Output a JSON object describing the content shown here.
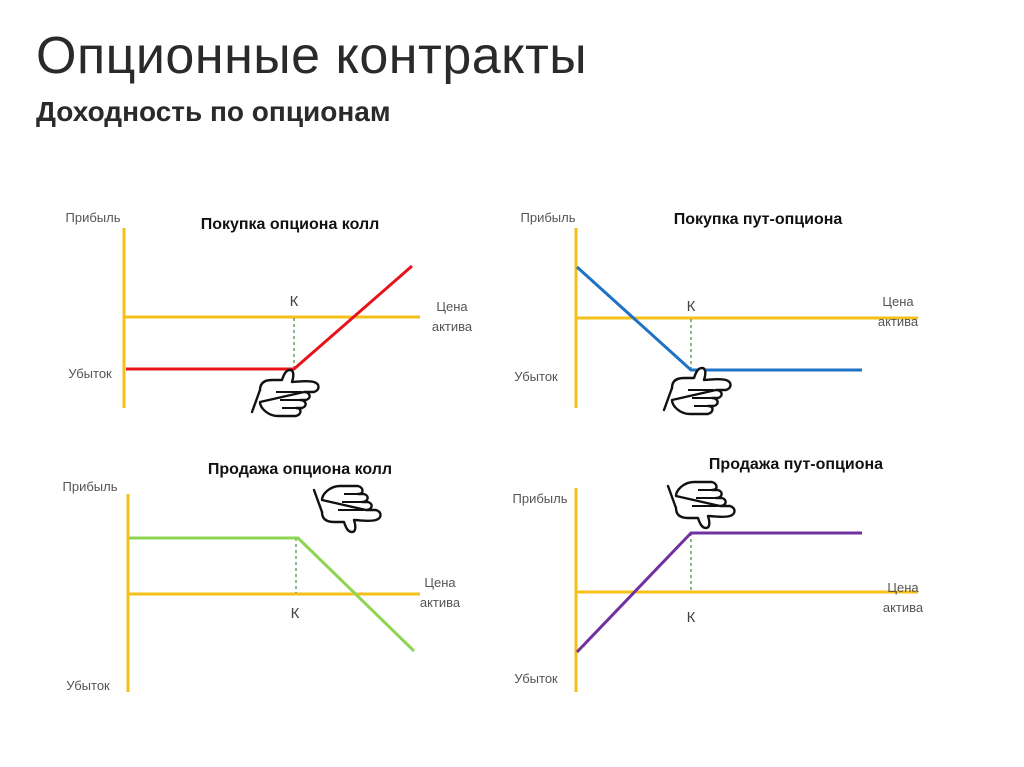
{
  "slide": {
    "title": "Опционные контракты",
    "subtitle": "Доходность по опционам"
  },
  "colors": {
    "axis": "#f5c018",
    "call_buy": "#e8121a",
    "put_buy": "#1f72c4",
    "call_sell": "#8ed452",
    "put_sell": "#7030a0",
    "strike_line": "#3a8a3a"
  },
  "diagrams": [
    {
      "id": "call-buy",
      "title": "Покупка опциона колл",
      "profit_label": "Прибыль",
      "loss_label": "Убыток",
      "price_label_1": "Цена",
      "price_label_2": "актива",
      "strike_label": "К",
      "icon": "thumbs-up-icon",
      "payoff": "long-call"
    },
    {
      "id": "put-buy",
      "title": "Покупка пут-опциона",
      "profit_label": "Прибыль",
      "loss_label": "Убыток",
      "price_label_1": "Цена",
      "price_label_2": "актива",
      "strike_label": "К",
      "icon": "thumbs-up-icon",
      "payoff": "long-put"
    },
    {
      "id": "call-sell",
      "title": "Продажа опциона колл",
      "profit_label": "Прибыль",
      "loss_label": "Убыток",
      "price_label_1": "Цена",
      "price_label_2": "актива",
      "strike_label": "К",
      "icon": "thumbs-down-icon",
      "payoff": "short-call"
    },
    {
      "id": "put-sell",
      "title": "Продажа пут-опциона",
      "profit_label": "Прибыль",
      "loss_label": "Убыток",
      "price_label_1": "Цена",
      "price_label_2": "актива",
      "strike_label": "К",
      "icon": "thumbs-down-icon",
      "payoff": "short-put"
    }
  ]
}
